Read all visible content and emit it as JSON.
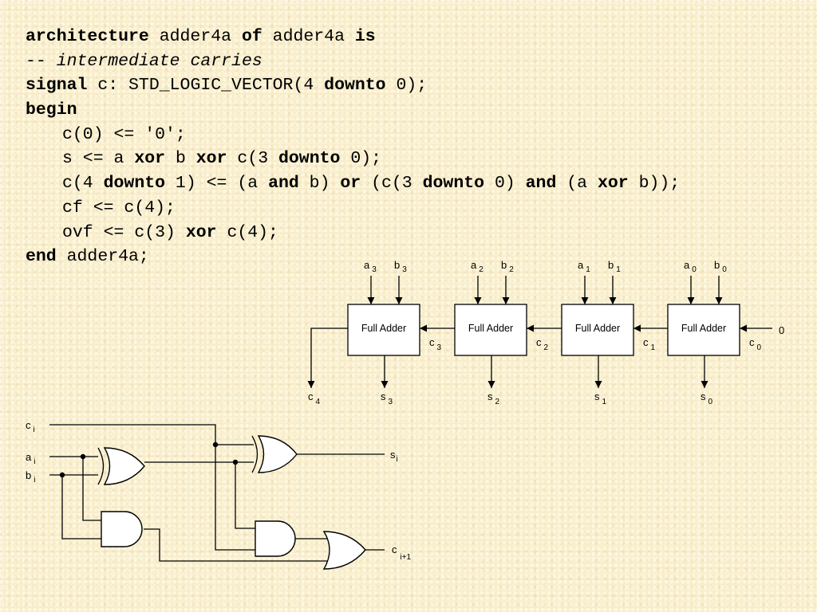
{
  "code_lines": [
    [
      {
        "t": "architecture",
        "k": 1
      },
      {
        "t": " adder4a "
      },
      {
        "t": "of",
        "k": 1
      },
      {
        "t": " adder4a "
      },
      {
        "t": "is",
        "k": 1
      }
    ],
    [
      {
        "t": "-- "
      },
      {
        "t": "intermediate carries",
        "c": 1
      }
    ],
    [
      {
        "t": "signal",
        "k": 1
      },
      {
        "t": " c: STD_LOGIC_VECTOR(4 "
      },
      {
        "t": "downto",
        "k": 1
      },
      {
        "t": " 0);"
      }
    ],
    [
      {
        "t": "begin",
        "k": 1
      }
    ],
    [
      {
        "i": 1
      },
      {
        "t": "c(0) <= '0';"
      }
    ],
    [
      {
        "i": 1
      },
      {
        "t": "s <= a "
      },
      {
        "t": "xor",
        "k": 1
      },
      {
        "t": " b "
      },
      {
        "t": "xor",
        "k": 1
      },
      {
        "t": " c(3 "
      },
      {
        "t": "downto",
        "k": 1
      },
      {
        "t": " 0);"
      }
    ],
    [
      {
        "i": 1
      },
      {
        "t": "c(4 "
      },
      {
        "t": "downto",
        "k": 1
      },
      {
        "t": " 1) <= (a "
      },
      {
        "t": "and",
        "k": 1
      },
      {
        "t": " b) "
      },
      {
        "t": "or",
        "k": 1
      },
      {
        "t": " (c(3 "
      },
      {
        "t": "downto",
        "k": 1
      },
      {
        "t": " 0) "
      },
      {
        "t": "and",
        "k": 1
      },
      {
        "t": " (a "
      },
      {
        "t": "xor",
        "k": 1
      },
      {
        "t": " b));"
      }
    ],
    [
      {
        "i": 1
      },
      {
        "t": "cf <= c(4);"
      }
    ],
    [
      {
        "i": 1
      },
      {
        "t": "ovf <= c(3) "
      },
      {
        "t": "xor",
        "k": 1
      },
      {
        "t": " c(4);"
      }
    ],
    [
      {
        "t": "end",
        "k": 1
      },
      {
        "t": " adder4a;"
      }
    ]
  ],
  "ripple_adder": {
    "block_label": "Full Adder",
    "inputs_a": [
      {
        "base": "a",
        "sub": "3"
      },
      {
        "base": "a",
        "sub": "2"
      },
      {
        "base": "a",
        "sub": "1"
      },
      {
        "base": "a",
        "sub": "0"
      }
    ],
    "inputs_b": [
      {
        "base": "b",
        "sub": "3"
      },
      {
        "base": "b",
        "sub": "2"
      },
      {
        "base": "b",
        "sub": "1"
      },
      {
        "base": "b",
        "sub": "0"
      }
    ],
    "sums": [
      {
        "base": "s",
        "sub": "3"
      },
      {
        "base": "s",
        "sub": "2"
      },
      {
        "base": "s",
        "sub": "1"
      },
      {
        "base": "s",
        "sub": "0"
      }
    ],
    "carries_between": [
      {
        "base": "c",
        "sub": "3"
      },
      {
        "base": "c",
        "sub": "2"
      },
      {
        "base": "c",
        "sub": "1"
      },
      {
        "base": "c",
        "sub": "0"
      }
    ],
    "carry_out": {
      "base": "c",
      "sub": "4"
    },
    "carry_in_value": "0"
  },
  "full_adder": {
    "input_ci": {
      "base": "c",
      "sub": "i"
    },
    "input_ai": {
      "base": "a",
      "sub": "i"
    },
    "input_bi": {
      "base": "b",
      "sub": "i"
    },
    "output_si": {
      "base": "s",
      "sub": "i"
    },
    "output_co": {
      "base": "c",
      "sub": "i+1"
    }
  }
}
